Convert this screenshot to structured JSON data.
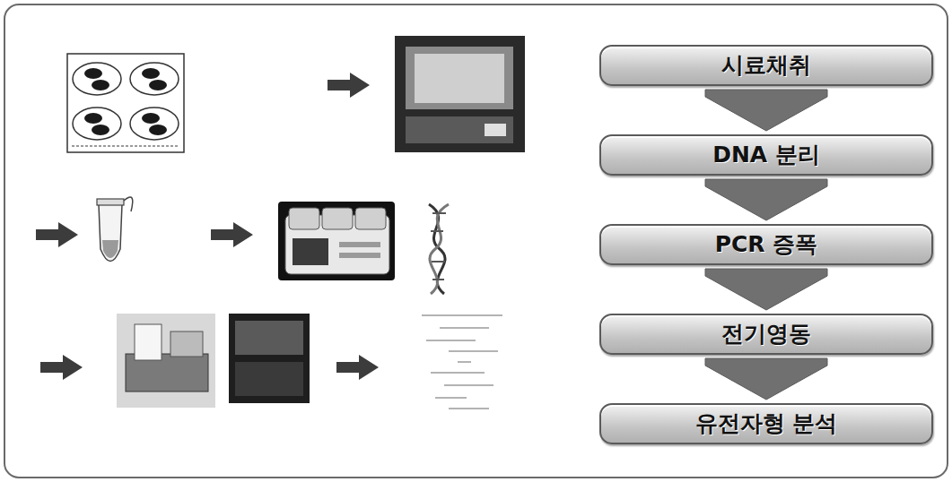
{
  "diagram": {
    "nodes": [
      {
        "text": [
          "시료채취"
        ]
      },
      {
        "text": [
          "DNA 분리"
        ]
      },
      {
        "text": [
          "PCR 증폭"
        ]
      },
      {
        "text": [
          "전기영동"
        ]
      },
      {
        "text": [
          "유전자형 분석"
        ]
      }
    ],
    "edges": [
      {
        "from": 0,
        "to": 1,
        "arrow": "to"
      },
      {
        "from": 1,
        "to": 2,
        "arrow": "to"
      },
      {
        "from": 2,
        "to": 3,
        "arrow": "to"
      },
      {
        "from": 3,
        "to": 4,
        "arrow": "to"
      }
    ]
  }
}
